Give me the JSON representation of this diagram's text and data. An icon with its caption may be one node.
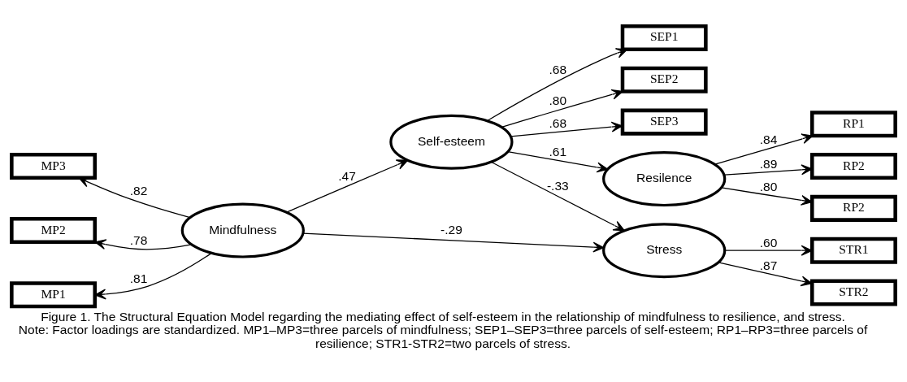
{
  "diagram": {
    "caption": "Figure 1. The Structural Equation Model regarding the mediating effect of self-esteem in the relationship of mindfulness to resilience, and stress. Note: Factor loadings are standardized. MP1–MP3=three parcels of mindfulness; SEP1–SEP3=three parcels of self-esteem; RP1–RP3=three parcels of resilience; STR1-STR2=two parcels of stress.",
    "nodes": [
      {
        "text": [
          "SEP1"
        ]
      },
      {
        "text": [
          "SEP2"
        ]
      },
      {
        "text": [
          "SEP3"
        ]
      },
      {
        "text": [
          "Self-esteem"
        ]
      },
      {
        "text": [
          "RP1"
        ]
      },
      {
        "text": [
          "RP2"
        ]
      },
      {
        "text": [
          "RP2"
        ]
      },
      {
        "text": [
          "Resilence"
        ]
      },
      {
        "text": [
          "MP3"
        ]
      },
      {
        "text": [
          "MP2"
        ]
      },
      {
        "text": [
          "MP1"
        ]
      },
      {
        "text": [
          "Mindfulness"
        ]
      },
      {
        "text": [
          "Stress"
        ]
      },
      {
        "text": [
          "STR1"
        ]
      },
      {
        "text": [
          "STR2"
        ]
      }
    ],
    "edges": [
      {
        "from": 3,
        "to": 0,
        "arrow": "to",
        "label": ".68"
      },
      {
        "from": 3,
        "to": 1,
        "arrow": "to",
        "label": ".80"
      },
      {
        "from": 3,
        "to": 2,
        "arrow": "to",
        "label": ".68"
      },
      {
        "from": 7,
        "to": 4,
        "arrow": "to",
        "label": ".84"
      },
      {
        "from": 7,
        "to": 5,
        "arrow": "to",
        "label": ".89"
      },
      {
        "from": 7,
        "to": 6,
        "arrow": "to",
        "label": ".80"
      },
      {
        "from": 11,
        "to": 8,
        "arrow": "to",
        "label": ".82"
      },
      {
        "from": 11,
        "to": 9,
        "arrow": "to",
        "label": ".78"
      },
      {
        "from": 11,
        "to": 10,
        "arrow": "to",
        "label": ".81"
      },
      {
        "from": 11,
        "to": 3,
        "arrow": "to",
        "label": ".47"
      },
      {
        "from": 3,
        "to": 7,
        "arrow": "to",
        "label": ".61"
      },
      {
        "from": 3,
        "to": 12,
        "arrow": "to",
        "label": "-.33"
      },
      {
        "from": 11,
        "to": 12,
        "arrow": "to",
        "label": "-.29"
      },
      {
        "from": 12,
        "to": 13,
        "arrow": "to",
        "label": ".60"
      },
      {
        "from": 12,
        "to": 14,
        "arrow": "to",
        "label": ".87"
      }
    ]
  }
}
